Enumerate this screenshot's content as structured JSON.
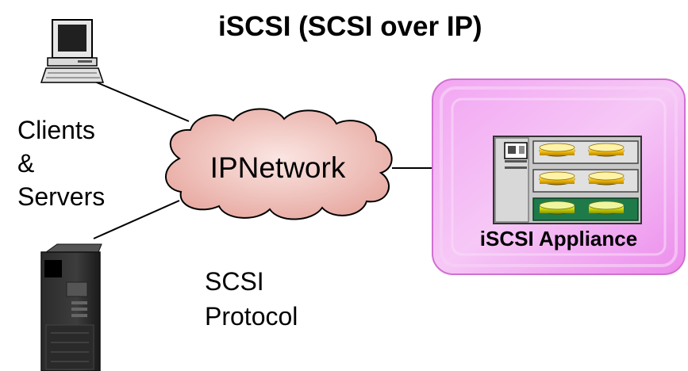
{
  "title": "iSCSI (SCSI over IP)",
  "clients_label": {
    "line1": "Clients",
    "line2": "&",
    "line3": "Servers"
  },
  "network_label": "IPNetwork",
  "protocol_label": {
    "line1": "SCSI",
    "line2": "Protocol"
  },
  "appliance_label": "iSCSI Appliance",
  "colors": {
    "cloud_fill": "#f2c6c0",
    "appliance_bg": "#ee99ee",
    "appliance_border": "#cc44cc",
    "disk_yellow": "#f5c518",
    "disk_green": "#c8d400",
    "bay_green": "#1f7a4a"
  },
  "icons": [
    "desktop-computer-icon",
    "server-tower-icon",
    "storage-array-icon",
    "network-cloud-icon"
  ]
}
